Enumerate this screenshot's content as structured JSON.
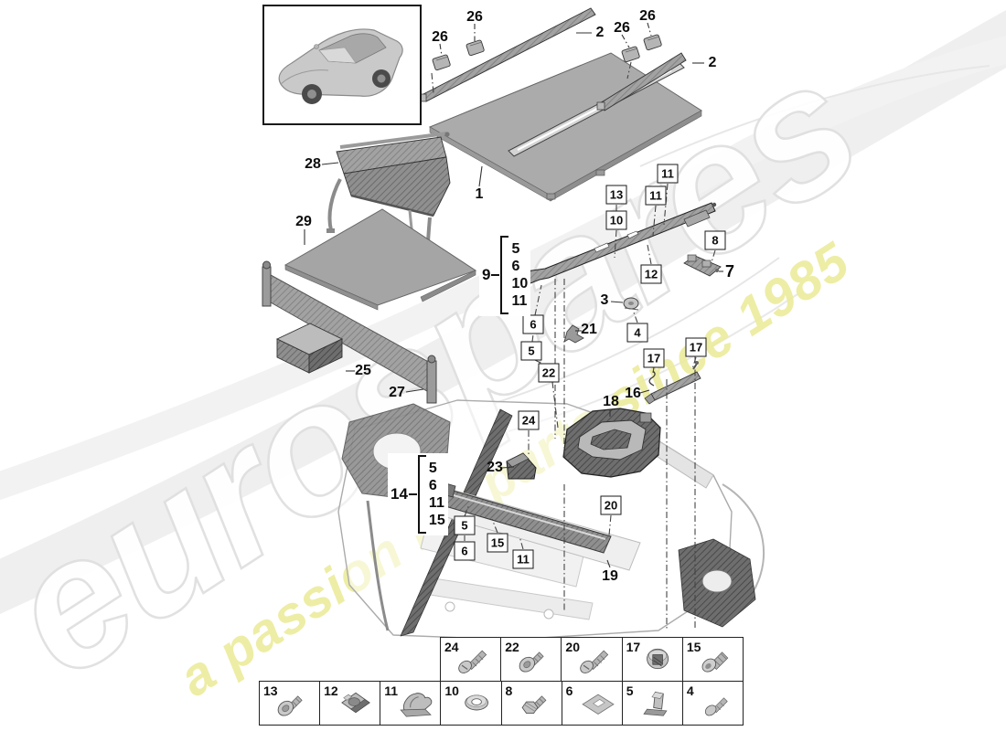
{
  "watermark": {
    "brand": "eurospares",
    "tagline": "a passion for parts since 1985",
    "tagline_color": "#ecec9c",
    "brand_stroke_color": "#e0e0e0"
  },
  "callouts": [
    {
      "text": "26"
    },
    {
      "text": "26"
    },
    {
      "text": "26"
    },
    {
      "text": "26"
    },
    {
      "text": "2"
    },
    {
      "text": "2"
    },
    {
      "text": "1"
    },
    {
      "text": "28"
    },
    {
      "text": "29"
    },
    {
      "text": "25"
    },
    {
      "text": "27"
    },
    {
      "text": "3"
    },
    {
      "text": "21"
    },
    {
      "text": "7"
    },
    {
      "text": "16"
    },
    {
      "text": "18"
    },
    {
      "text": "23"
    },
    {
      "text": "19"
    },
    {
      "text": "13"
    },
    {
      "text": "11"
    },
    {
      "text": "11"
    },
    {
      "text": "10"
    },
    {
      "text": "12"
    },
    {
      "text": "8"
    },
    {
      "text": "4"
    },
    {
      "text": "6"
    },
    {
      "text": "5"
    },
    {
      "text": "22"
    },
    {
      "text": "17"
    },
    {
      "text": "17"
    },
    {
      "text": "24"
    },
    {
      "text": "5"
    },
    {
      "text": "6"
    },
    {
      "text": "15"
    },
    {
      "text": "11"
    },
    {
      "text": "20"
    }
  ],
  "groups": {
    "g9": {
      "label": "9",
      "items": [
        "5",
        "6",
        "10",
        "11"
      ]
    },
    "g14": {
      "label": "14",
      "items": [
        "5",
        "6",
        "11",
        "15"
      ]
    }
  },
  "legend": {
    "top": [
      {
        "num": "24",
        "icon": "screw-long-icon"
      },
      {
        "num": "22",
        "icon": "screw-washer-icon"
      },
      {
        "num": "20",
        "icon": "screw-long-icon"
      },
      {
        "num": "17",
        "icon": "grommet-nut-icon"
      },
      {
        "num": "15",
        "icon": "bolt-short-icon"
      }
    ],
    "bottom": [
      {
        "num": "13",
        "icon": "screw-washer-icon"
      },
      {
        "num": "12",
        "icon": "clip-plate-icon"
      },
      {
        "num": "11",
        "icon": "clamp-bracket-icon"
      },
      {
        "num": "10",
        "icon": "washer-ring-icon"
      },
      {
        "num": "8",
        "icon": "hex-bolt-icon"
      },
      {
        "num": "6",
        "icon": "square-plate-icon"
      },
      {
        "num": "5",
        "icon": "clip-upright-icon"
      },
      {
        "num": "4",
        "icon": "screw-short-icon"
      }
    ]
  }
}
